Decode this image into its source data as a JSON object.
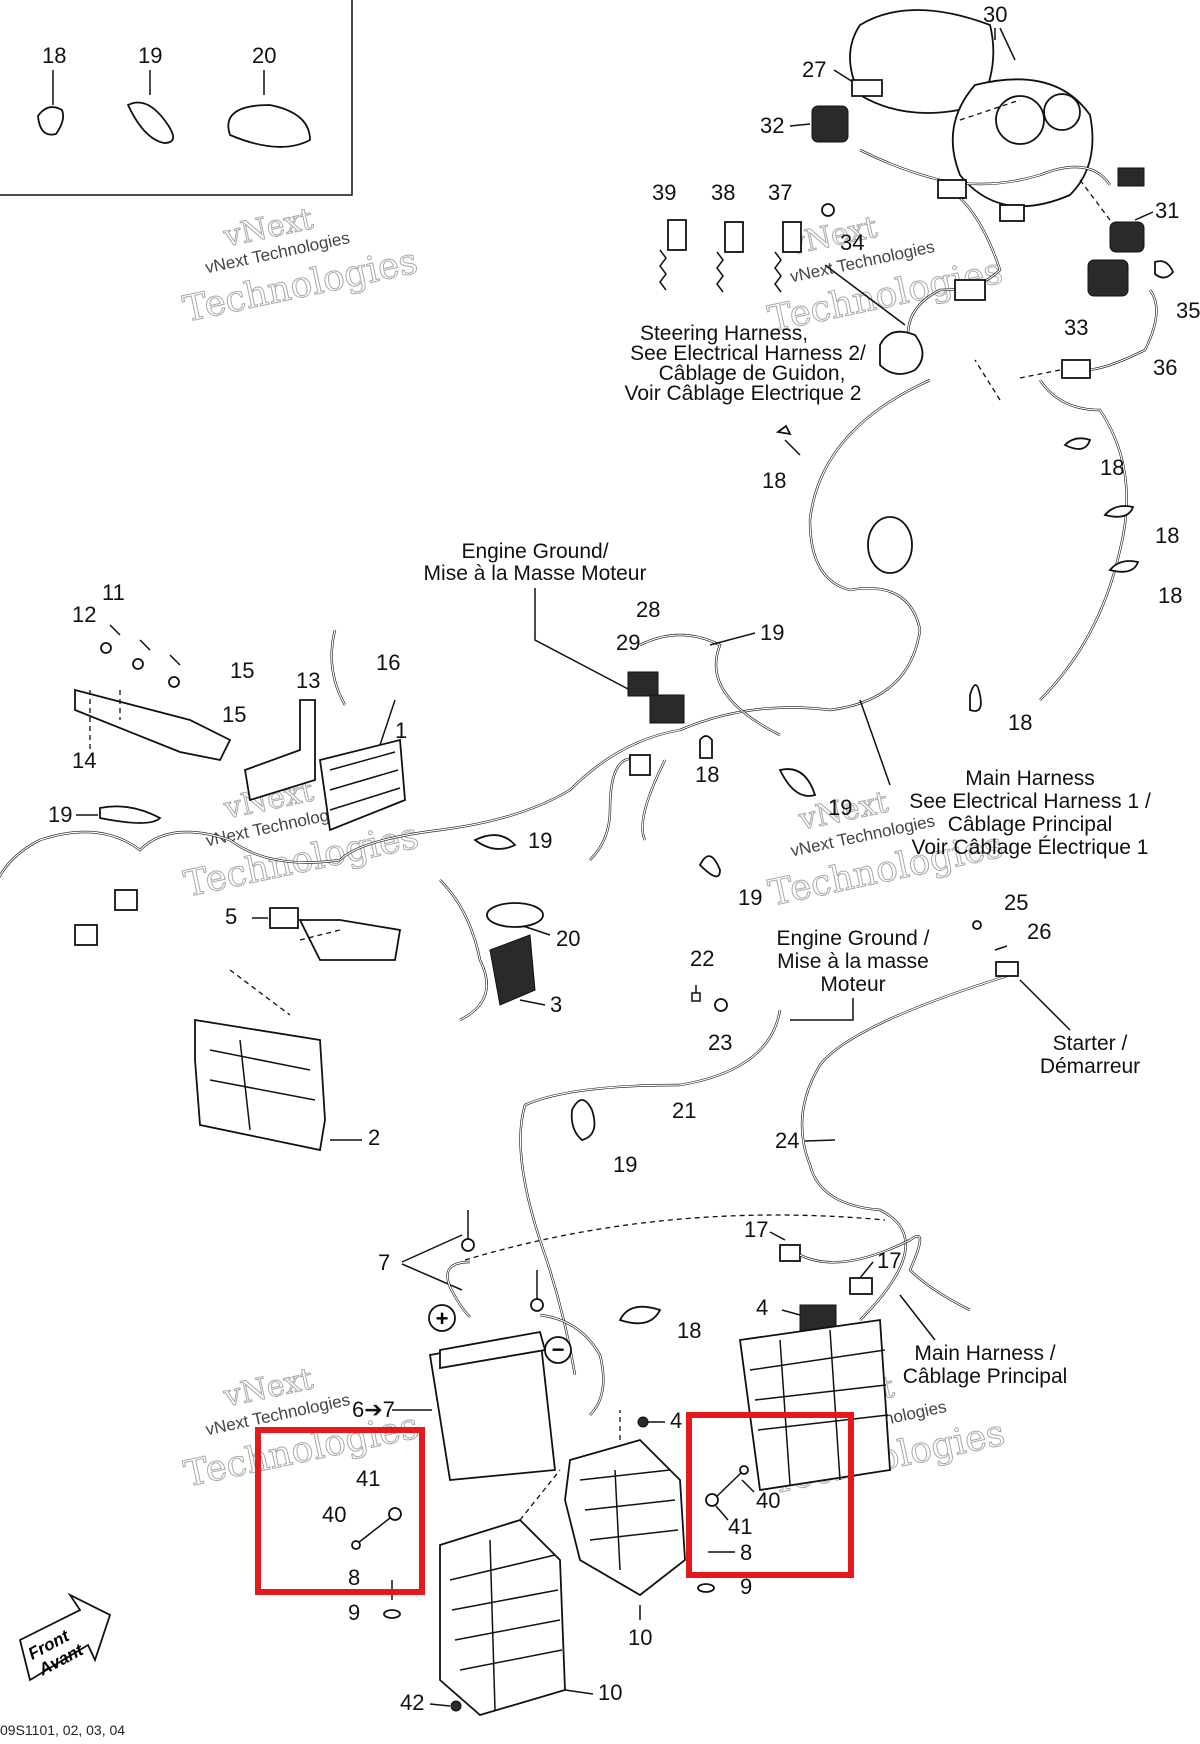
{
  "callouts": {
    "c18_legend": "18",
    "c19_legend": "19",
    "c20_legend": "20",
    "c30": "30",
    "c27": "27",
    "c32": "32",
    "c39": "39",
    "c38": "38",
    "c37": "37",
    "c34": "34",
    "c31": "31",
    "c33": "33",
    "c35": "35",
    "c36": "36",
    "c18_a": "18",
    "c18_b": "18",
    "c18_c": "18",
    "c18_d": "18",
    "c18_e": "18",
    "c18_f": "18",
    "c18_g": "18",
    "c11": "11",
    "c12": "12",
    "c15_a": "15",
    "c15_b": "15",
    "c16": "16",
    "c13": "13",
    "c14": "14",
    "c1": "1",
    "c28": "28",
    "c29": "29",
    "c19_a": "19",
    "c19_b": "19",
    "c19_c": "19",
    "c19_d": "19",
    "c19_e": "19",
    "c19_f": "19",
    "c5": "5",
    "c20": "20",
    "c3": "3",
    "c2": "2",
    "c22": "22",
    "c23": "23",
    "c21": "21",
    "c24": "24",
    "c25": "25",
    "c26": "26",
    "c17_a": "17",
    "c17_b": "17",
    "c7_a": "7",
    "c4": "4",
    "c6_7": "6➔7",
    "c4_b": "4",
    "c41_a": "41",
    "c40_a": "40",
    "c8_a": "8",
    "c9_a": "9",
    "c40_b": "40",
    "c41_b": "41",
    "c8_b": "8",
    "c9_b": "9",
    "c10_a": "10",
    "c10_b": "10",
    "c42": "42"
  },
  "labels": {
    "steering_1": "Steering Harness,",
    "steering_2": "See Electrical Harness 2/",
    "steering_3": "Câblage de Guidon,",
    "steering_4": "Voir Câblage Electrique 2",
    "engine_ground_top_1": "Engine Ground/",
    "engine_ground_top_2": "Mise à la Masse Moteur",
    "main_harness_1": "Main Harness",
    "main_harness_2": "See Electrical Harness 1 /",
    "main_harness_3": "Câblage Principal",
    "main_harness_4": "Voir Câblage Électrique 1",
    "engine_ground_mid_1": "Engine Ground /",
    "engine_ground_mid_2": "Mise à la masse",
    "engine_ground_mid_3": "Moteur",
    "starter_1": "Starter /",
    "starter_2": "Démarreur",
    "main_harness_low_1": "Main Harness /",
    "main_harness_low_2": "Câblage Principal",
    "front_1": "Front",
    "front_2": "Avant",
    "plus_sign": "+",
    "minus_sign": "−",
    "code": "09S1101, 02, 03, 04"
  },
  "watermark": {
    "line1": "vNext Technologies",
    "line2": "Technologies",
    "line3": "vNext"
  },
  "colors": {
    "highlight": "#e3191b",
    "ink": "#111111",
    "background": "#ffffff"
  }
}
